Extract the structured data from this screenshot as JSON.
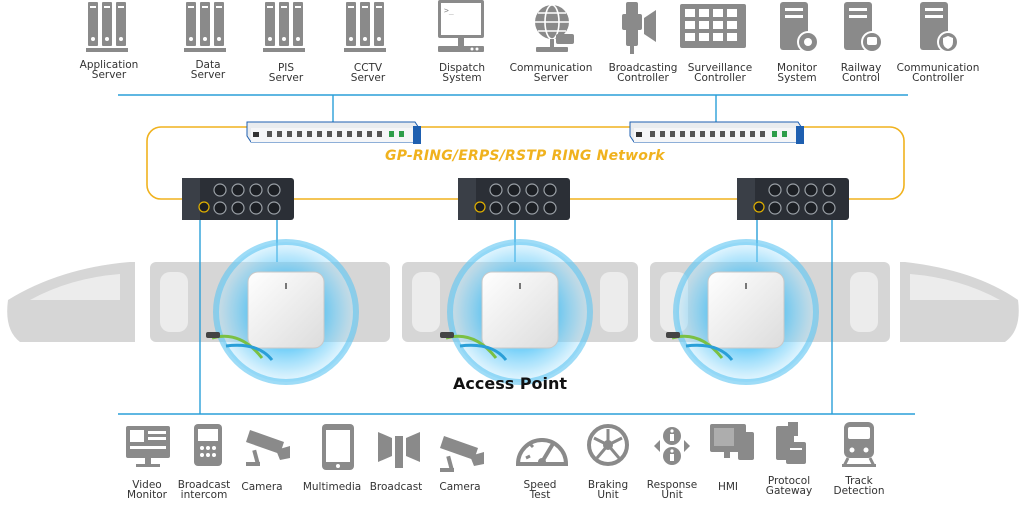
{
  "network": {
    "ring_label": "GP-RING/ERPS/RSTP RING Network",
    "ap_label": "Access Point"
  },
  "colors": {
    "icon_gray": "#8a8a8a",
    "line_blue": "#2a9fd8",
    "ring_gold": "#f0b21e",
    "train_gray": "#d6d6d6",
    "switch_dark": "#2b2f36",
    "rack_blue": "#1e5fb0",
    "ap_glow": "#29b6f6"
  },
  "top_devices": [
    {
      "label": "Application\nServer",
      "icon": "server-rack-icon"
    },
    {
      "label": "Data\nServer",
      "icon": "server-rack-icon"
    },
    {
      "label": "PIS\nServer",
      "icon": "server-rack-icon"
    },
    {
      "label": "CCTV\nServer",
      "icon": "server-rack-icon"
    },
    {
      "label": "Dispatch\nSystem",
      "icon": "computer-terminal-icon"
    },
    {
      "label": "Communication\nServer",
      "icon": "globe-network-icon"
    },
    {
      "label": "Broadcasting\nController",
      "icon": "broadcasting-controller-icon"
    },
    {
      "label": "Surveillance\nController",
      "icon": "surveillance-grid-icon"
    },
    {
      "label": "Monitor\nSystem",
      "icon": "server-monitor-icon"
    },
    {
      "label": "Railway\nControl",
      "icon": "server-train-icon"
    },
    {
      "label": "Communication\nController",
      "icon": "server-shield-icon"
    }
  ],
  "bottom_devices": [
    {
      "label": "Video\nMonitor",
      "icon": "video-monitor-icon"
    },
    {
      "label": "Broadcast\nintercom",
      "icon": "intercom-icon"
    },
    {
      "label": "Camera",
      "icon": "camera-icon"
    },
    {
      "label": "Multimedia",
      "icon": "tablet-icon"
    },
    {
      "label": "Broadcast",
      "icon": "speaker-icon"
    },
    {
      "label": "Camera",
      "icon": "camera-icon"
    },
    {
      "label": "Speed\nTest",
      "icon": "speedometer-icon"
    },
    {
      "label": "Braking\nUnit",
      "icon": "brake-wheel-icon"
    },
    {
      "label": "Response\nUnit",
      "icon": "info-cycle-icon"
    },
    {
      "label": "HMI",
      "icon": "hmi-screen-icon"
    },
    {
      "label": "Protocol\nGateway",
      "icon": "gateway-icon"
    },
    {
      "label": "Track\nDetection",
      "icon": "train-front-icon"
    }
  ]
}
